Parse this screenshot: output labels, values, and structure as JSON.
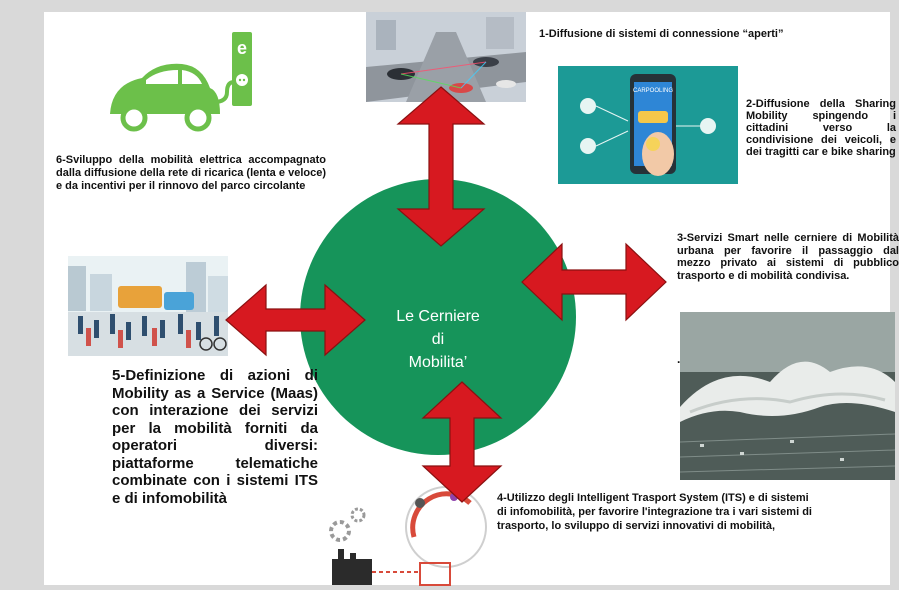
{
  "center": {
    "line1": "Le Cerniere",
    "line2": "di",
    "line3": "Mobilita’"
  },
  "items": {
    "item1": "1-Diffusione di sistemi di connessione “aperti”",
    "item2": "2-Diffusione della Sharing Mobility spingendo i cittadini verso la condivisione dei veicoli, e dei tragitti car e bike sharing",
    "item3": "3-Servizi Smart nelle cerniere di Mobilità urbana per favorire il passaggio dal mezzo privato ai sistemi di pubblico trasporto e di mobilità condivisa.",
    "item4_line1": "4-Utilizzo degli Intelligent Trasport System (ITS) e di sistemi",
    "item4_line2": "di infomobilità, per favorire l'integrazione tra i vari sistemi di",
    "item4_line3": "trasporto, lo sviluppo di servizi innovativi di mobilità,",
    "item5": "5-Definizione di azioni di Mobility as a Service (Maas) con interazione dei servizi per la mobilità forniti da operatori diversi: piattaforme telematiche combinate con i sistemi ITS e di infomobilità",
    "item6": "6-Sviluppo della mobilità elettrica accompagnato dalla diffusione della rete di ricarica (lenta e veloce) e da incentivi per il rinnovo del parco circolante",
    "dot": "."
  },
  "pictures": {
    "carpool_phone_title": "CARPOOLING",
    "ev_letter": "e",
    "colors": {
      "circle": "#16945a",
      "arrow": "#d71920",
      "arrow_edge": "#8a1010",
      "ev_green": "#6cc04a"
    }
  }
}
